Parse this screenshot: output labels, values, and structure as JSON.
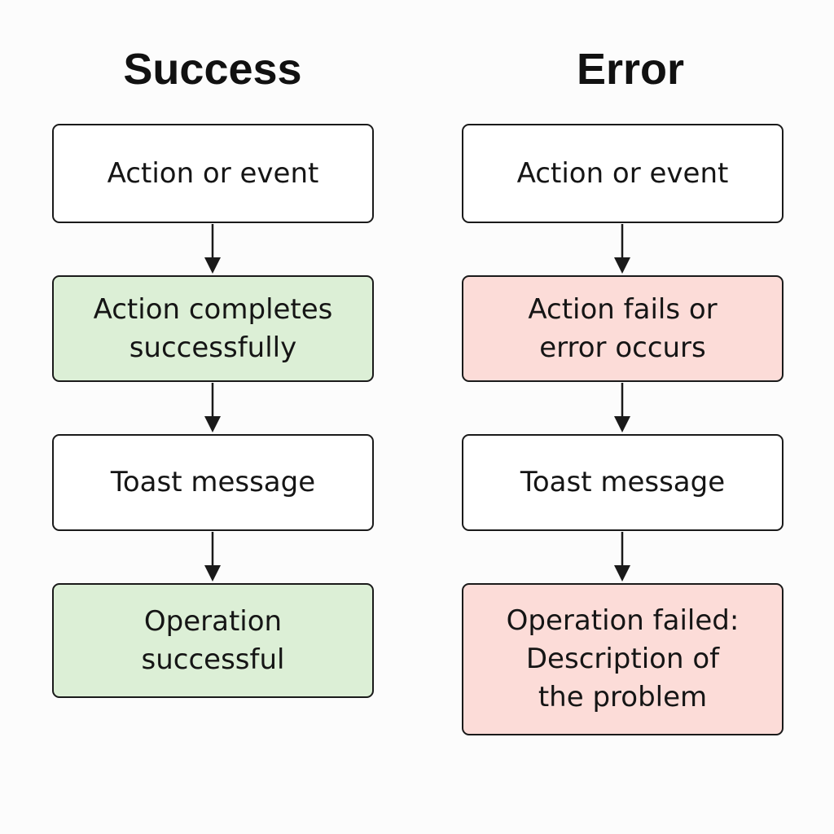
{
  "colors": {
    "success_fill": "#dcefd6",
    "error_fill": "#fcdcd8",
    "neutral_fill": "#ffffff",
    "border": "#1a1a1a"
  },
  "success": {
    "title": "Success",
    "steps": [
      "Action or event",
      "Action completes\nsuccessfully",
      "Toast message",
      "Operation\nsuccessful"
    ]
  },
  "error": {
    "title": "Error",
    "steps": [
      "Action or event",
      "Action fails or\nerror occurs",
      "Toast message",
      "Operation failed:\nDescription of\nthe problem"
    ]
  }
}
